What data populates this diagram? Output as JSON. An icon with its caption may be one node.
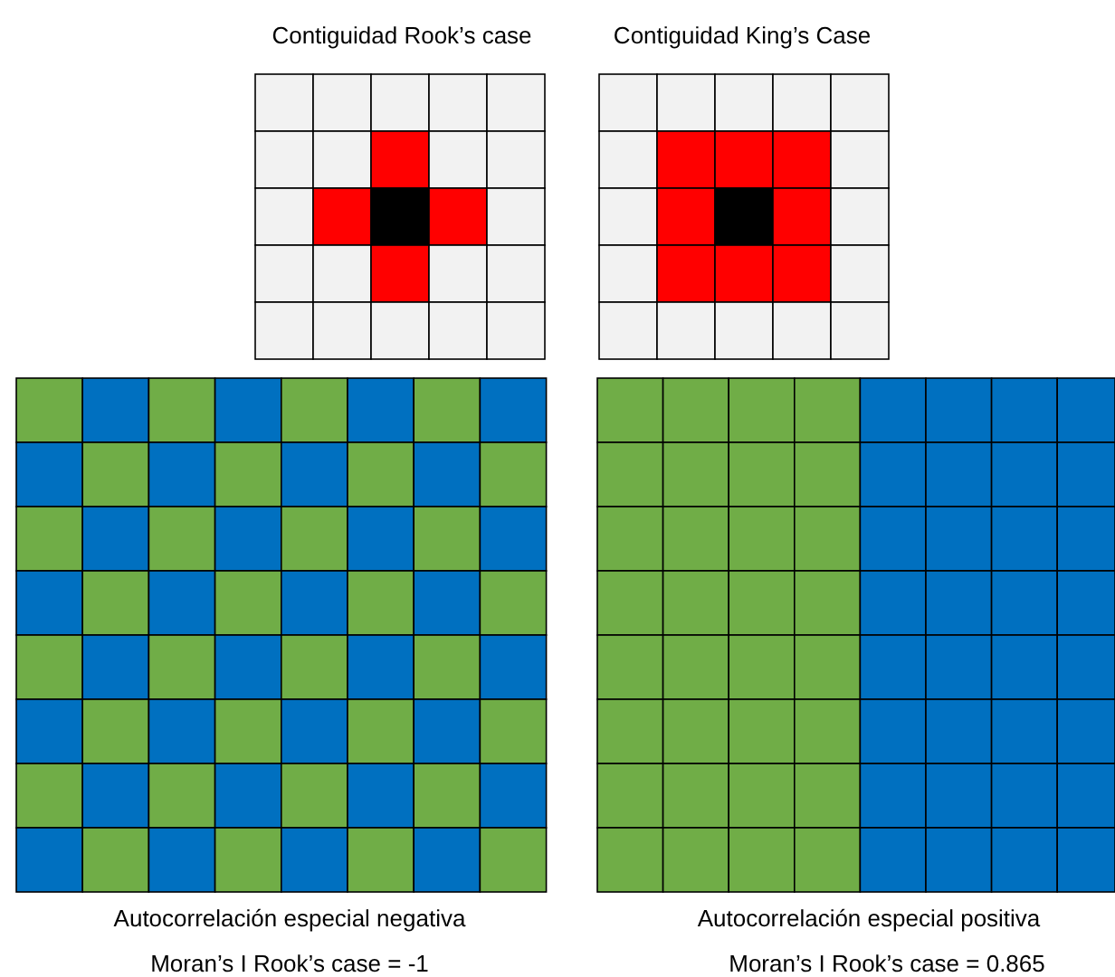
{
  "diagram": {
    "labels": [
      "Contiguidad Rook’s case",
      "Contiguidad King’s Case",
      "Autocorrelación especial negativa",
      "Autocorrelación especial positiva",
      "Moran’s I Rook’s case = -1",
      "Moran’s I Rook’s case = 0.865"
    ]
  }
}
